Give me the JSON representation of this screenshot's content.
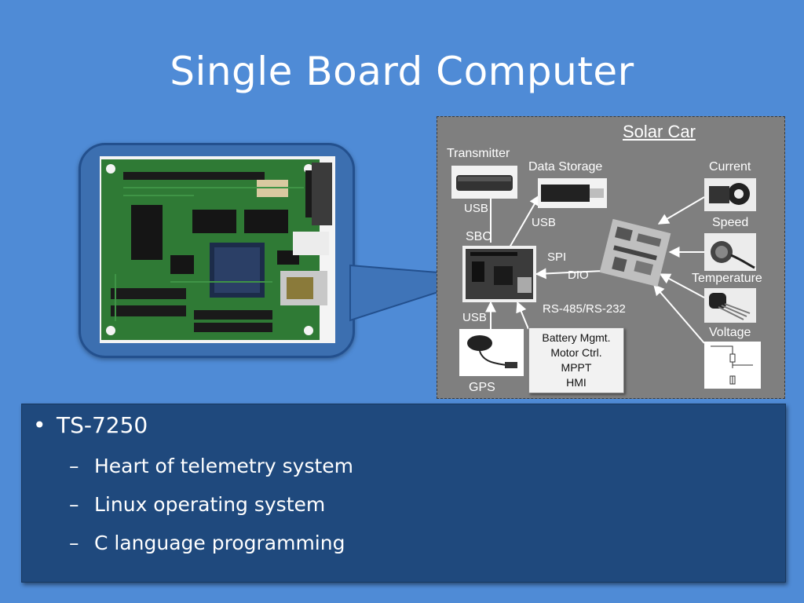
{
  "slide": {
    "title": "Single Board Computer"
  },
  "diagram": {
    "title": "Solar Car",
    "labels": {
      "transmitter": "Transmitter",
      "data_storage": "Data Storage",
      "current": "Current",
      "speed": "Speed",
      "temperature": "Temperature",
      "voltage": "Voltage",
      "usb_transmitter": "USB",
      "usb_storage": "USB",
      "usb_gps": "USB",
      "sbc": "SBC",
      "spi": "SPI",
      "dio": "DIO",
      "rs485": "RS-485/RS-232",
      "gps": "GPS"
    },
    "battery_box": [
      "Battery Mgmt.",
      "Motor Ctrl.",
      "MPPT",
      "HMI"
    ],
    "colors": {
      "background": "#7f7f7f",
      "arrow": "#ffffff"
    }
  },
  "bullets": {
    "main": "TS-7250",
    "bullet_char": "•",
    "dash_char": "–",
    "sub": [
      "Heart of telemetry system",
      "Linux operating system",
      "C language programming"
    ]
  },
  "colors": {
    "slide_background": "#4f8bd6",
    "bullet_box": "#1f497d",
    "board_pcb": "#2f7a35"
  }
}
